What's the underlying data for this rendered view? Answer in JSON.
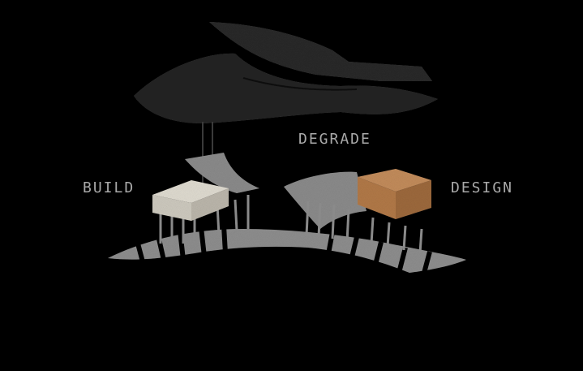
{
  "labels": {
    "degrade": "DEGRADE",
    "build": "BUILD",
    "design": "DESIGN"
  },
  "colors": {
    "background": "#000000",
    "dark_shards": "#262626",
    "grey_ground": "#8a8a8a",
    "build_block": "#d6d2c6",
    "design_block": "#b9814f",
    "label_text": "#a9a9a9"
  }
}
